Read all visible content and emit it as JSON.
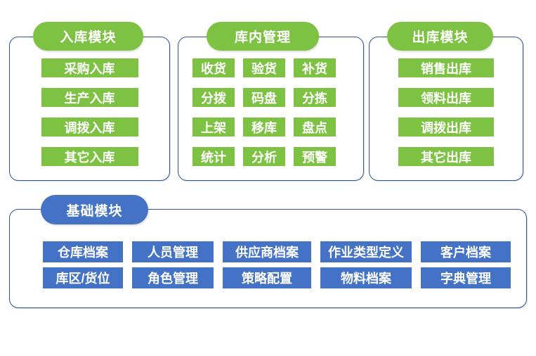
{
  "diagram": {
    "background": "#ffffff",
    "colors": {
      "module_green": "#7dc242",
      "module_blue": "#4472c4",
      "panel_border": "#2f5597",
      "label_text": "#ffffff"
    },
    "modules": [
      {
        "title": "入库模块",
        "items": [
          "采购入库",
          "生产入库",
          "调拨入库",
          "其它入库"
        ]
      },
      {
        "title": "库内管理",
        "items": [
          "收货",
          "验货",
          "补货",
          "分拨",
          "码盘",
          "分拣",
          "上架",
          "移库",
          "盘点",
          "统计",
          "分析",
          "预警"
        ]
      },
      {
        "title": "出库模块",
        "items": [
          "销售出库",
          "领料出库",
          "调拨出库",
          "其它出库"
        ]
      },
      {
        "title": "基础模块",
        "items": [
          "仓库档案",
          "人员管理",
          "供应商档案",
          "作业类型定义",
          "客户档案",
          "库区/货位",
          "角色管理",
          "策略配置",
          "物料档案",
          "字典管理"
        ]
      }
    ]
  }
}
